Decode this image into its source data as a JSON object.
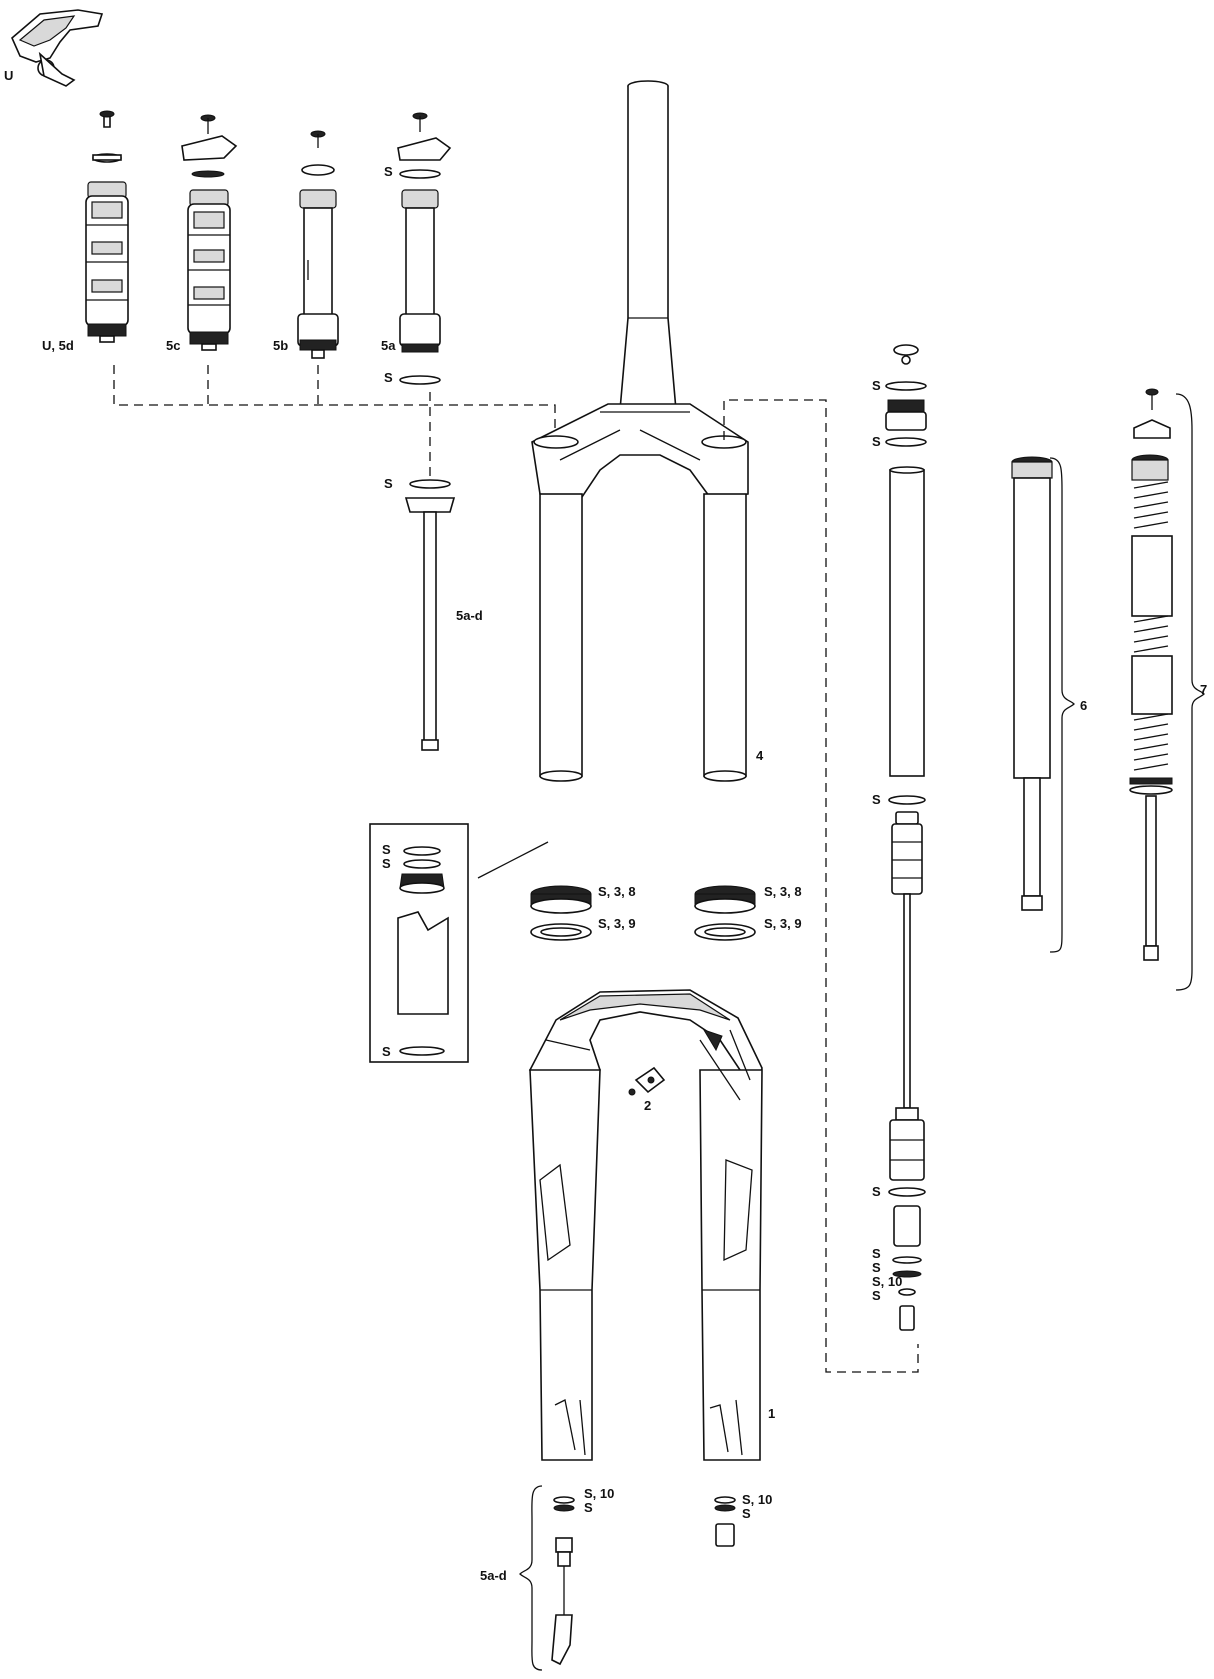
{
  "labels": {
    "remote": "U",
    "cart_u5d": "U, 5d",
    "cart_5c": "5c",
    "cart_5b": "5b",
    "cart_5a": "5a",
    "seal_s": "S",
    "shaft_5ad": "5a-d",
    "upper_tube": "4",
    "seal_head_top": "S, 3, 8",
    "seal_ring_bottom": "S, 3, 9",
    "bumper_2": "2",
    "lower_leg": "1",
    "foot_nut": "S, 10",
    "air_6": "6",
    "coil_7": "7"
  }
}
